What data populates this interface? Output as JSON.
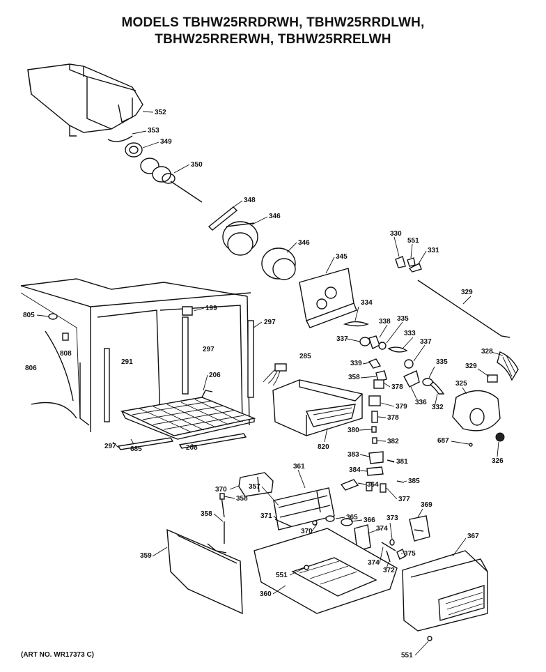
{
  "header": {
    "title_line1": "MODELS TBHW25RRDRWH, TBHW25RRDLWH,",
    "title_line2": "TBHW25RRERWH, TBHW25RRELWH"
  },
  "footer": {
    "art_number": "(ART NO. WR17373 C)"
  },
  "callouts": [
    {
      "id": "c352",
      "text": "352"
    },
    {
      "id": "c353",
      "text": "353"
    },
    {
      "id": "c349",
      "text": "349"
    },
    {
      "id": "c350",
      "text": "350"
    },
    {
      "id": "c348",
      "text": "348"
    },
    {
      "id": "c346a",
      "text": "346"
    },
    {
      "id": "c346b",
      "text": "346"
    },
    {
      "id": "c345",
      "text": "345"
    },
    {
      "id": "c330",
      "text": "330"
    },
    {
      "id": "c551a",
      "text": "551"
    },
    {
      "id": "c331",
      "text": "331"
    },
    {
      "id": "c329a",
      "text": "329"
    },
    {
      "id": "c805",
      "text": "805"
    },
    {
      "id": "c199",
      "text": "199"
    },
    {
      "id": "c297a",
      "text": "297"
    },
    {
      "id": "c334",
      "text": "334"
    },
    {
      "id": "c808",
      "text": "808"
    },
    {
      "id": "c806",
      "text": "806"
    },
    {
      "id": "c291",
      "text": "291"
    },
    {
      "id": "c297b",
      "text": "297"
    },
    {
      "id": "c285",
      "text": "285"
    },
    {
      "id": "c337a",
      "text": "337"
    },
    {
      "id": "c338",
      "text": "338"
    },
    {
      "id": "c335a",
      "text": "335"
    },
    {
      "id": "c333",
      "text": "333"
    },
    {
      "id": "c337b",
      "text": "337"
    },
    {
      "id": "c328",
      "text": "328"
    },
    {
      "id": "c329b",
      "text": "329"
    },
    {
      "id": "c206",
      "text": "206"
    },
    {
      "id": "c339",
      "text": "339"
    },
    {
      "id": "c358a",
      "text": "358"
    },
    {
      "id": "c378a",
      "text": "378"
    },
    {
      "id": "c335b",
      "text": "335"
    },
    {
      "id": "c336",
      "text": "336"
    },
    {
      "id": "c332",
      "text": "332"
    },
    {
      "id": "c325",
      "text": "325"
    },
    {
      "id": "c379",
      "text": "379"
    },
    {
      "id": "c378b",
      "text": "378"
    },
    {
      "id": "c297c",
      "text": "297"
    },
    {
      "id": "c685",
      "text": "685"
    },
    {
      "id": "c208",
      "text": "208"
    },
    {
      "id": "c820",
      "text": "820"
    },
    {
      "id": "c380",
      "text": "380"
    },
    {
      "id": "c382",
      "text": "382"
    },
    {
      "id": "c687",
      "text": "687"
    },
    {
      "id": "c326",
      "text": "326"
    },
    {
      "id": "c361",
      "text": "361"
    },
    {
      "id": "c383",
      "text": "383"
    },
    {
      "id": "c381",
      "text": "381"
    },
    {
      "id": "c370a",
      "text": "370"
    },
    {
      "id": "c384",
      "text": "384"
    },
    {
      "id": "c385a",
      "text": "385"
    },
    {
      "id": "c357",
      "text": "357"
    },
    {
      "id": "c364",
      "text": "364"
    },
    {
      "id": "c377",
      "text": "377"
    },
    {
      "id": "c369",
      "text": "369"
    },
    {
      "id": "c358b",
      "text": "358"
    },
    {
      "id": "c358c",
      "text": "358"
    },
    {
      "id": "c365",
      "text": "365"
    },
    {
      "id": "c366",
      "text": "366"
    },
    {
      "id": "c373",
      "text": "373"
    },
    {
      "id": "c370b",
      "text": "370"
    },
    {
      "id": "c371",
      "text": "371"
    },
    {
      "id": "c374a",
      "text": "374"
    },
    {
      "id": "c367",
      "text": "367"
    },
    {
      "id": "c359",
      "text": "359"
    },
    {
      "id": "c375",
      "text": "375"
    },
    {
      "id": "c374b",
      "text": "374"
    },
    {
      "id": "c551b",
      "text": "551"
    },
    {
      "id": "c372",
      "text": "372"
    },
    {
      "id": "c360",
      "text": "360"
    },
    {
      "id": "c551c",
      "text": "551"
    }
  ]
}
